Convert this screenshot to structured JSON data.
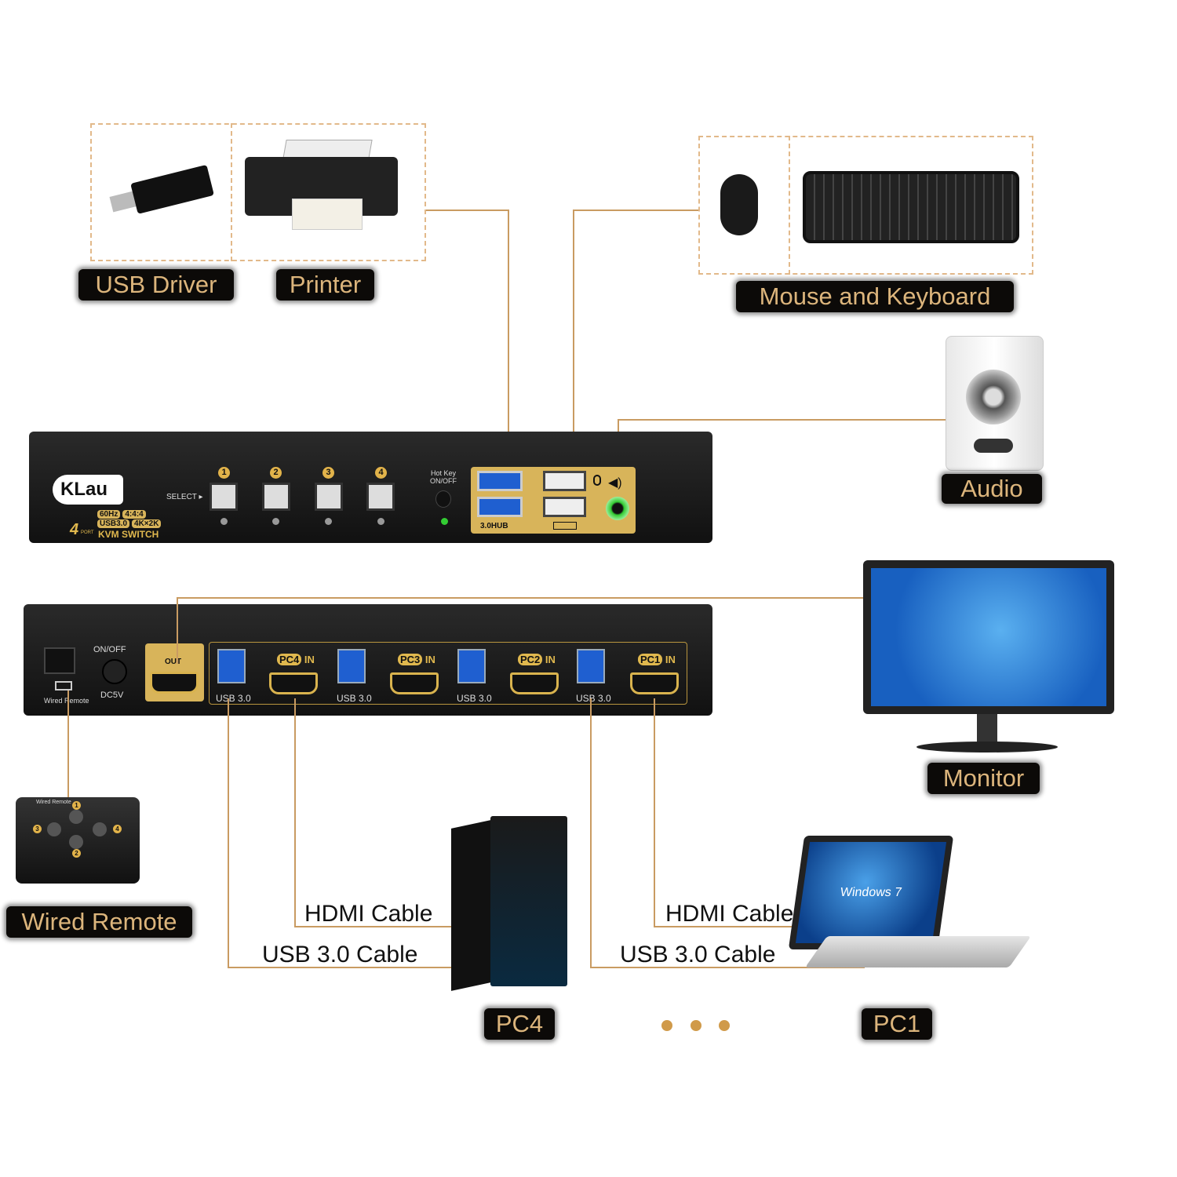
{
  "labels": {
    "usb_driver": "USB Driver",
    "printer": "Printer",
    "mouse_keyboard": "Mouse and Keyboard",
    "audio": "Audio",
    "monitor": "Monitor",
    "wired_remote": "Wired Remote",
    "pc4": "PC4",
    "pc1": "PC1"
  },
  "cables": {
    "left_hdmi": "HDMI Cable",
    "left_usb": "USB 3.0 Cable",
    "right_hdmi": "HDMI Cable",
    "right_usb": "USB 3.0 Cable"
  },
  "front_panel": {
    "brand": "KLau",
    "select": "SELECT ▸",
    "ports": [
      "1",
      "2",
      "3",
      "4"
    ],
    "hotkey": "Hot Key ON/OFF",
    "badges": [
      "60Hz",
      "4:4:4",
      "USB3.0",
      "4K×2K"
    ],
    "model_num": "4",
    "model_port": "PORT",
    "model": "KVM SWITCH",
    "hub": "3.0HUB"
  },
  "back_panel": {
    "onoff": "ON/OFF",
    "dc": "DC5V",
    "remote": "Wired Remote",
    "out": "OUT",
    "usb": "USB 3.0",
    "inputs": [
      "PC4",
      "PC3",
      "PC2",
      "PC1"
    ],
    "in": "IN"
  },
  "remote_device": {
    "title": "Wired Remote",
    "keys": [
      "1",
      "2",
      "3",
      "4"
    ]
  },
  "laptop_screen": "Windows 7",
  "colors": {
    "accent": "#c99b62",
    "label_text": "#dcb57c"
  }
}
